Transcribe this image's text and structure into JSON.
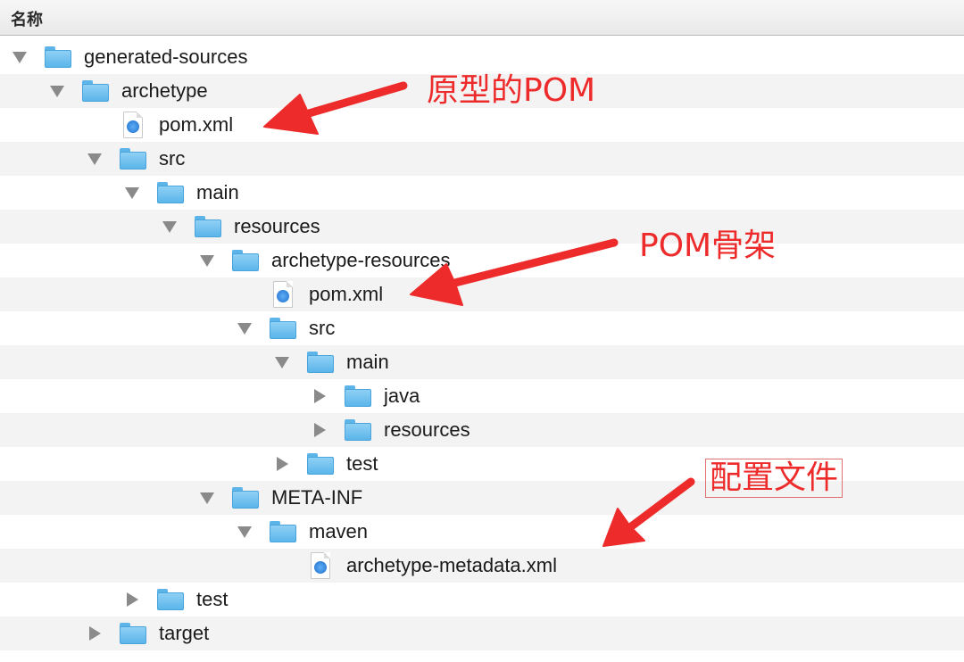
{
  "header": {
    "name_column": "名称"
  },
  "tree": [
    {
      "name": "generated-sources",
      "kind": "folder",
      "state": "open"
    },
    {
      "name": "archetype",
      "kind": "folder",
      "state": "open"
    },
    {
      "name": "pom.xml",
      "kind": "file"
    },
    {
      "name": "src",
      "kind": "folder",
      "state": "open"
    },
    {
      "name": "main",
      "kind": "folder",
      "state": "open"
    },
    {
      "name": "resources",
      "kind": "folder",
      "state": "open"
    },
    {
      "name": "archetype-resources",
      "kind": "folder",
      "state": "open"
    },
    {
      "name": "pom.xml",
      "kind": "file"
    },
    {
      "name": "src",
      "kind": "folder",
      "state": "open"
    },
    {
      "name": "main",
      "kind": "folder",
      "state": "open"
    },
    {
      "name": "java",
      "kind": "folder",
      "state": "closed"
    },
    {
      "name": "resources",
      "kind": "folder",
      "state": "closed"
    },
    {
      "name": "test",
      "kind": "folder",
      "state": "closed"
    },
    {
      "name": "META-INF",
      "kind": "folder",
      "state": "open"
    },
    {
      "name": "maven",
      "kind": "folder",
      "state": "open"
    },
    {
      "name": "archetype-metadata.xml",
      "kind": "file"
    },
    {
      "name": "test",
      "kind": "folder",
      "state": "closed"
    },
    {
      "name": "target",
      "kind": "folder",
      "state": "closed"
    }
  ],
  "annotations": {
    "archetype_pom": "原型的POM",
    "pom_skeleton": "POM骨架",
    "config_file": "配置文件"
  },
  "colors": {
    "annotation": "#ee2b2b",
    "folder": "#5bb5ea",
    "stripe": "#f3f3f3"
  }
}
